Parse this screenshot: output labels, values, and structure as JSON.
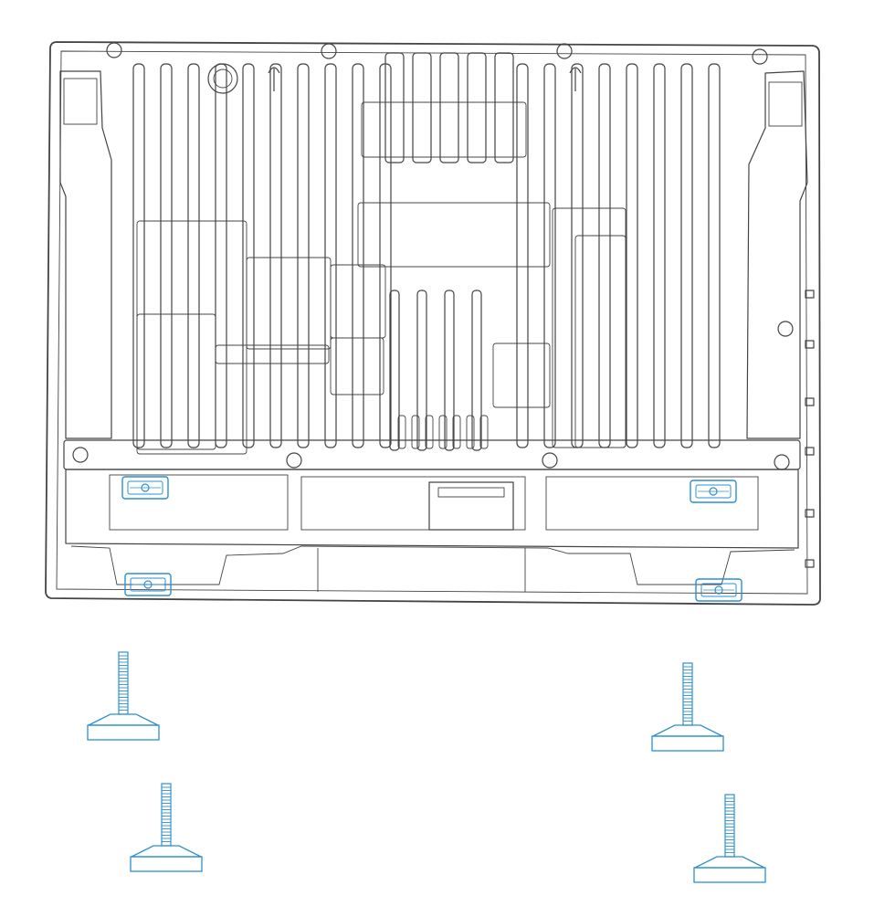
{
  "figure": {
    "subject": "panel-rear-housing-with-mounting-clamps",
    "colors": {
      "outline": "#444444",
      "clamp": "#2d8fd0",
      "background": "#ffffff"
    },
    "icons": [
      "mounting-clamp-icon",
      "clamp-screw-icon",
      "clamp-foot-icon",
      "vent-fin-icon",
      "mount-hole-icon"
    ],
    "clamp_count_installed": 4,
    "clamp_count_loose": 4
  }
}
